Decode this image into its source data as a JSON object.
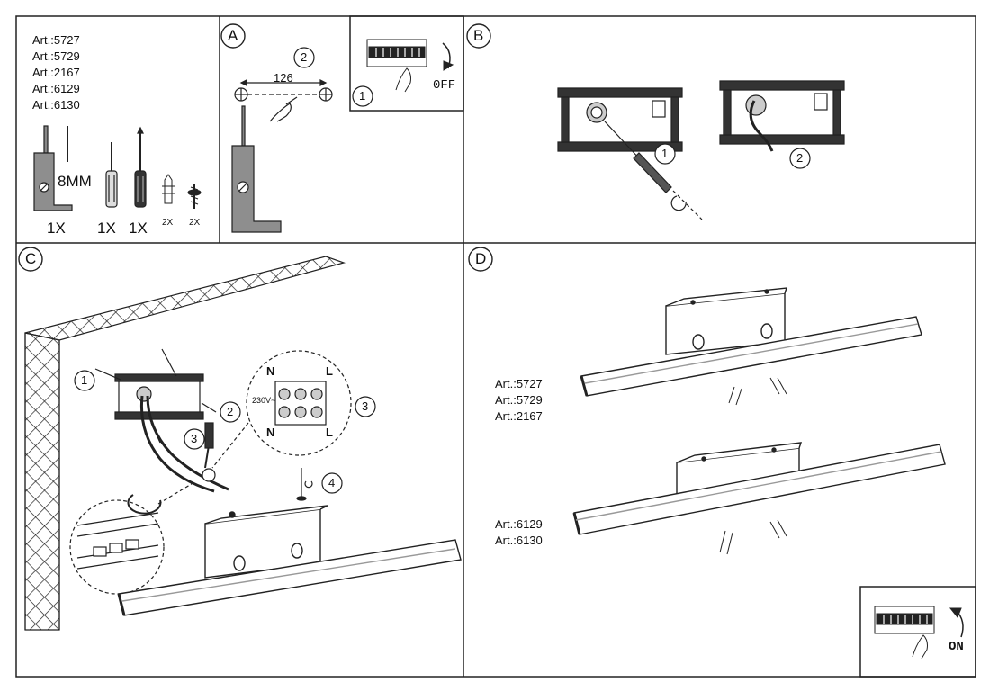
{
  "panel_labels": {
    "a": "A",
    "b": "B",
    "c": "C",
    "d": "D"
  },
  "parts_list": {
    "articles": [
      "Art.:5727",
      "Art.:5729",
      "Art.:2167",
      "Art.:6129",
      "Art.:6130"
    ],
    "bracket_qty": "1X",
    "size_label": "8MM",
    "screwdriver_flat_qty": "1X",
    "screwdriver_phillips_qty": "1X",
    "wall_plug_qty": "2X",
    "screw_qty": "2X"
  },
  "panel_a": {
    "dimension": "126",
    "step_distance": "2",
    "step_power": "1",
    "switch_state": "0FF"
  },
  "panel_b": {
    "step_1": "1",
    "step_2": "2"
  },
  "panel_c": {
    "step_1": "1",
    "step_2": "2",
    "step_3_zoom": "3",
    "step_3_tool": "3",
    "step_4": "4",
    "terminal_labels": [
      "N",
      "L"
    ],
    "voltage": "230V~"
  },
  "panel_d": {
    "group_1": [
      "Art.:5727",
      "Art.:5729",
      "Art.:2167"
    ],
    "group_2": [
      "Art.:6129",
      "Art.:6130"
    ],
    "switch_state": "ON"
  }
}
